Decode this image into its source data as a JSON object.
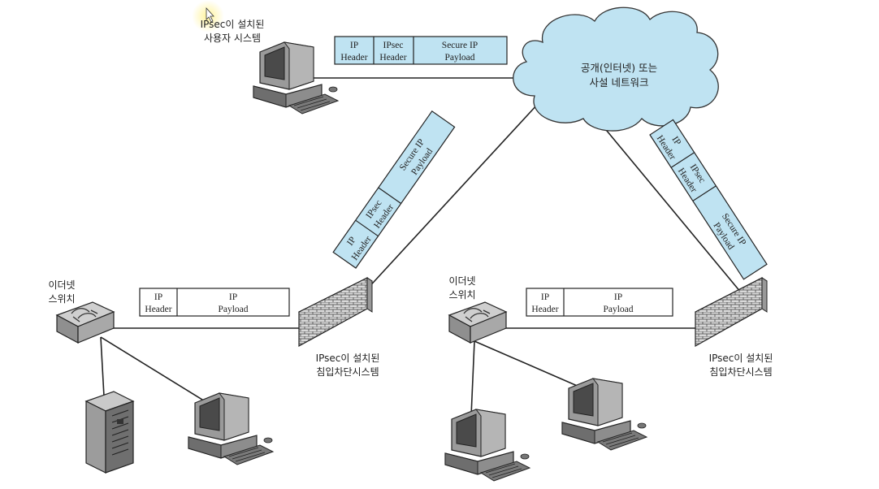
{
  "cloud": {
    "line1": "공개(인터넷) 또는",
    "line2": "사설 네트워크"
  },
  "user_system": {
    "line1": "IPsec이 설치된",
    "line2": "사용자 시스템"
  },
  "switch_left": {
    "line1": "이더넷",
    "line2": "스위치"
  },
  "switch_right": {
    "line1": "이더넷",
    "line2": "스위치"
  },
  "firewall_left": {
    "line1": "IPsec이 설치된",
    "line2": "침입차단시스템"
  },
  "firewall_right": {
    "line1": "IPsec이 설치된",
    "line2": "침입차단시스템"
  },
  "packet_top": {
    "f1": [
      "IP",
      "Header"
    ],
    "f2": [
      "IPsec",
      "Header"
    ],
    "f3": [
      "Secure IP",
      "Payload"
    ]
  },
  "packet_diag_left": {
    "f1": [
      "IP",
      "Header"
    ],
    "f2": [
      "IPsec",
      "Header"
    ],
    "f3": [
      "Secure IP",
      "Payload"
    ]
  },
  "packet_diag_right": {
    "f1": [
      "IP",
      "Header"
    ],
    "f2": [
      "IPsec",
      "Header"
    ],
    "f3": [
      "Secure IP",
      "Payload"
    ]
  },
  "packet_lan_left": {
    "f1": [
      "IP",
      "Header"
    ],
    "f2": [
      "IP",
      "Payload"
    ]
  },
  "packet_lan_right": {
    "f1": [
      "IP",
      "Header"
    ],
    "f2": [
      "IP",
      "Payload"
    ]
  },
  "colors": {
    "secure": "#bfe3f2",
    "cloud": "#bfe3f2",
    "plain": "#ffffff"
  }
}
